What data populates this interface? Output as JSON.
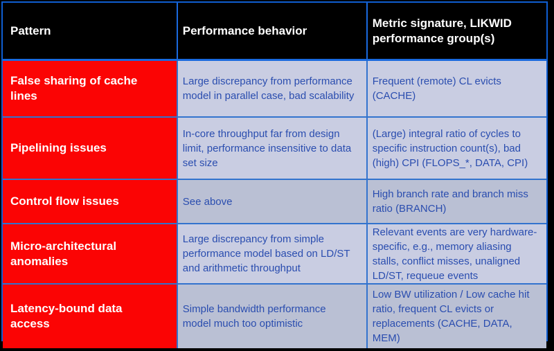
{
  "table": {
    "header": {
      "col1": "Pattern",
      "col2": "Performance behavior",
      "col3": "Metric signature, LIKWID performance group(s)"
    },
    "rows": [
      {
        "pattern": "False sharing of cache lines",
        "behavior": "Large discrepancy from performance model in parallel case, bad scalability",
        "metric": "Frequent (remote) CL evicts (CACHE)",
        "shade": "light"
      },
      {
        "pattern": "Pipelining issues",
        "behavior": "In-core throughput far from design limit, performance insensitive to data set size",
        "metric": "(Large) integral ratio of cycles to specific instruction count(s), bad (high) CPI (FLOPS_*, DATA, CPI)",
        "shade": "light"
      },
      {
        "pattern": "Control flow issues",
        "behavior": "See above",
        "metric": "High branch rate and branch miss ratio (BRANCH)",
        "shade": "dark"
      },
      {
        "pattern": "Micro-architectural anomalies",
        "behavior": "Large discrepancy from simple performance model based on LD/ST and arithmetic throughput",
        "metric": "Relevant events are very hardware-specific, e.g., memory aliasing stalls, conflict misses, unaligned LD/ST, requeue events",
        "shade": "light"
      },
      {
        "pattern": "Latency-bound data access",
        "behavior": "Simple bandwidth performance model much too optimistic",
        "metric": "Low BW utilization / Low cache hit ratio, frequent CL evicts or replacements (CACHE, DATA, MEM)",
        "shade": "dark"
      }
    ],
    "colors": {
      "header_bg": "#000000",
      "header_text": "#ffffff",
      "pattern_bg": "#fb0404",
      "pattern_text": "#ffffff",
      "row_light_bg": "#c9cde2",
      "row_dark_bg": "#bac0d4",
      "body_text": "#2a4daf",
      "border_outer": "#0f5ed2",
      "border_internal": "#3273ce",
      "border_header": "#1a6adf"
    }
  }
}
